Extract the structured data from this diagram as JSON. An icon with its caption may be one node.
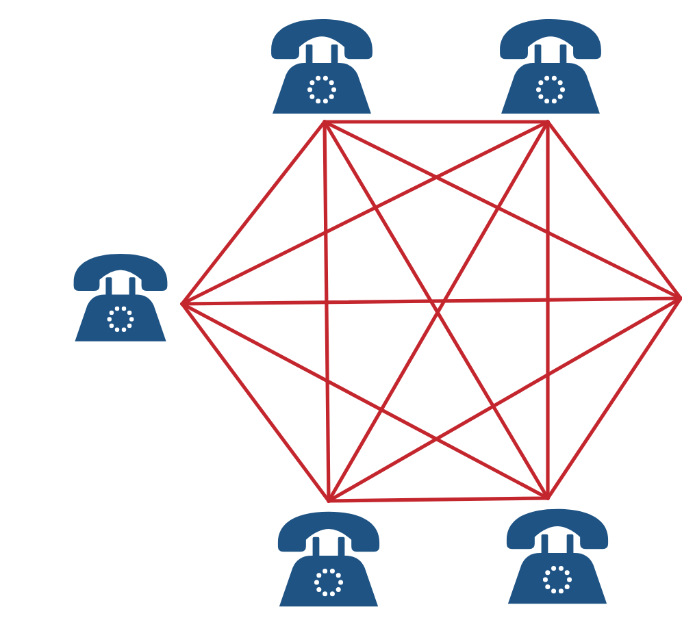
{
  "diagram": {
    "nodes": [
      {
        "text": [],
        "shape": "picture"
      },
      {
        "text": [],
        "shape": "picture"
      },
      {
        "text": [],
        "shape": "picture"
      },
      {
        "text": [],
        "shape": "picture"
      },
      {
        "text": [],
        "shape": "picture"
      }
    ],
    "edges": [
      {
        "from": 0,
        "to": 1,
        "arrow": "none"
      },
      {
        "from": 0,
        "to": 2,
        "arrow": "none"
      },
      {
        "from": 0,
        "to": 3,
        "arrow": "none"
      },
      {
        "from": 0,
        "to": 4,
        "arrow": "none"
      },
      {
        "from": 0,
        "to": null,
        "arrow": "none"
      },
      {
        "from": 1,
        "to": 2,
        "arrow": "none"
      },
      {
        "from": 1,
        "to": 3,
        "arrow": "none"
      },
      {
        "from": 1,
        "to": 4,
        "arrow": "none"
      },
      {
        "from": 1,
        "to": null,
        "arrow": "none"
      },
      {
        "from": 2,
        "to": 3,
        "arrow": "none"
      },
      {
        "from": 2,
        "to": 4,
        "arrow": "none"
      },
      {
        "from": 2,
        "to": null,
        "arrow": "none"
      },
      {
        "from": 3,
        "to": 4,
        "arrow": "none"
      },
      {
        "from": 3,
        "to": null,
        "arrow": "none"
      },
      {
        "from": 4,
        "to": null,
        "arrow": "none"
      }
    ]
  }
}
